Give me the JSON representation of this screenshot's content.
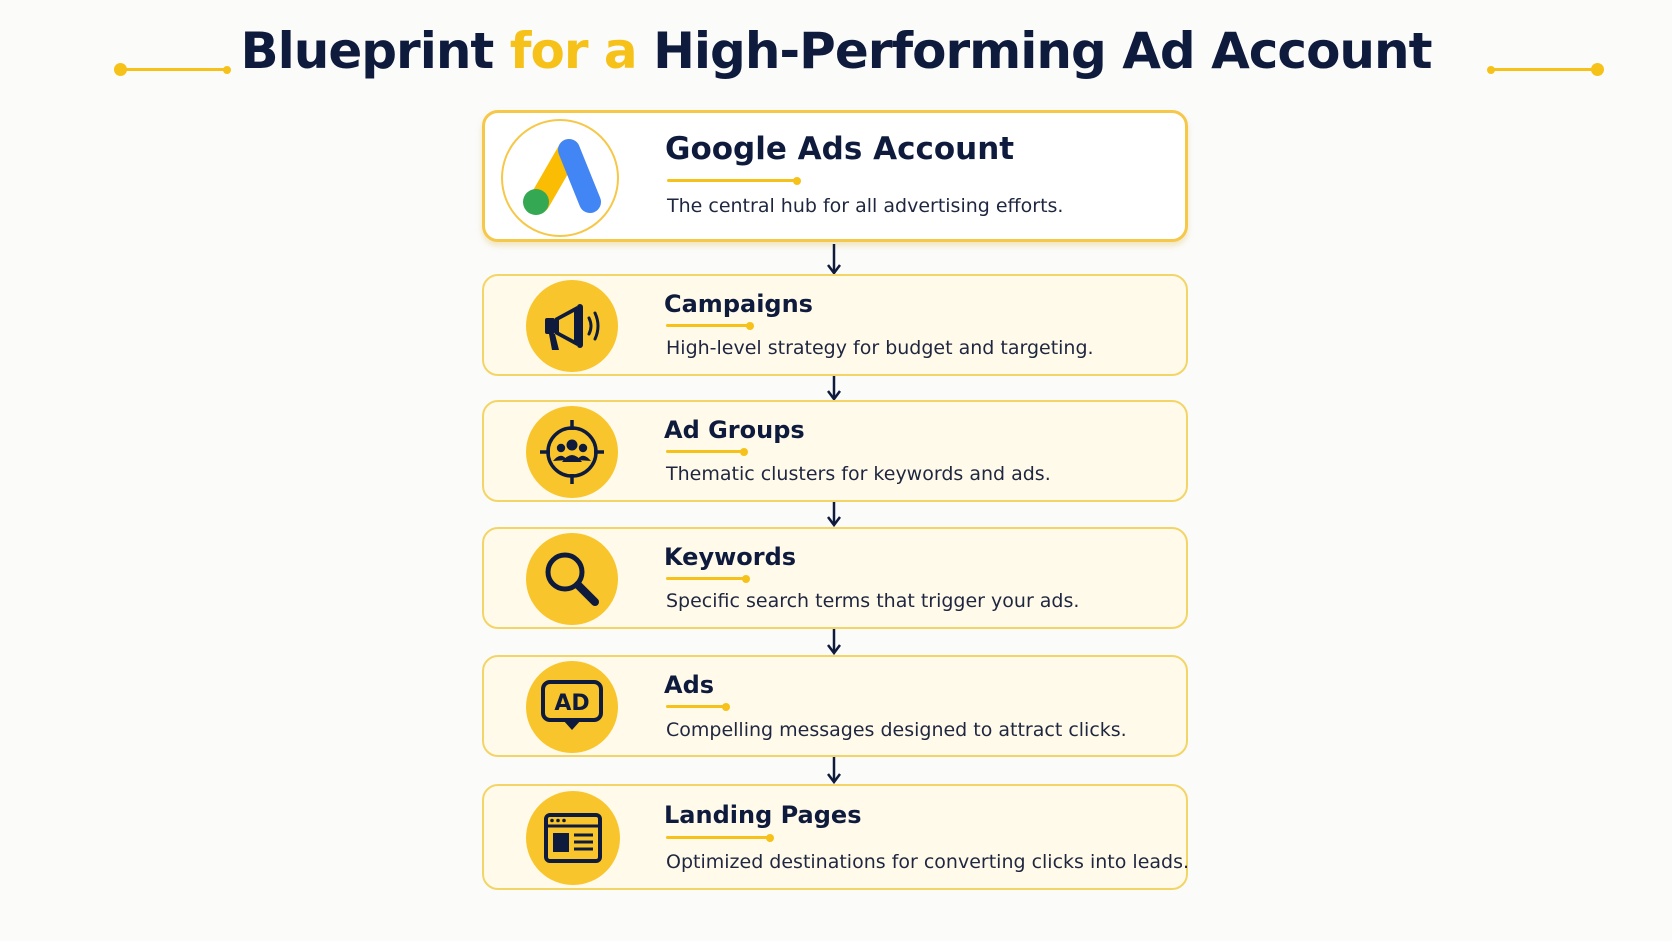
{
  "title": {
    "part1": "Blueprint ",
    "part2": "for a",
    "part3": " High-Performing Ad Account"
  },
  "colors": {
    "accent": "#f6c21a",
    "navy": "#0f1b3d",
    "card_bg": "#fffaea",
    "card_border": "#f3d567",
    "google_blue": "#4285f4",
    "google_yellow": "#fbbc04",
    "google_green": "#34a853"
  },
  "levels": [
    {
      "title": "Google Ads Account",
      "description": "The central hub for all advertising efforts.",
      "icon": "google-ads-logo-icon"
    },
    {
      "title": "Campaigns",
      "description": "High-level strategy for budget and targeting.",
      "icon": "megaphone-icon"
    },
    {
      "title": "Ad Groups",
      "description": "Thematic clusters for keywords and ads.",
      "icon": "target-group-icon"
    },
    {
      "title": "Keywords",
      "description": "Specific search terms that trigger your ads.",
      "icon": "magnifier-icon"
    },
    {
      "title": "Ads",
      "description": "Compelling messages designed to attract clicks.",
      "icon": "ad-badge-icon",
      "badge_text": "AD"
    },
    {
      "title": "Landing Pages",
      "description": "Optimized destinations for converting clicks into leads.",
      "icon": "browser-page-icon"
    }
  ]
}
